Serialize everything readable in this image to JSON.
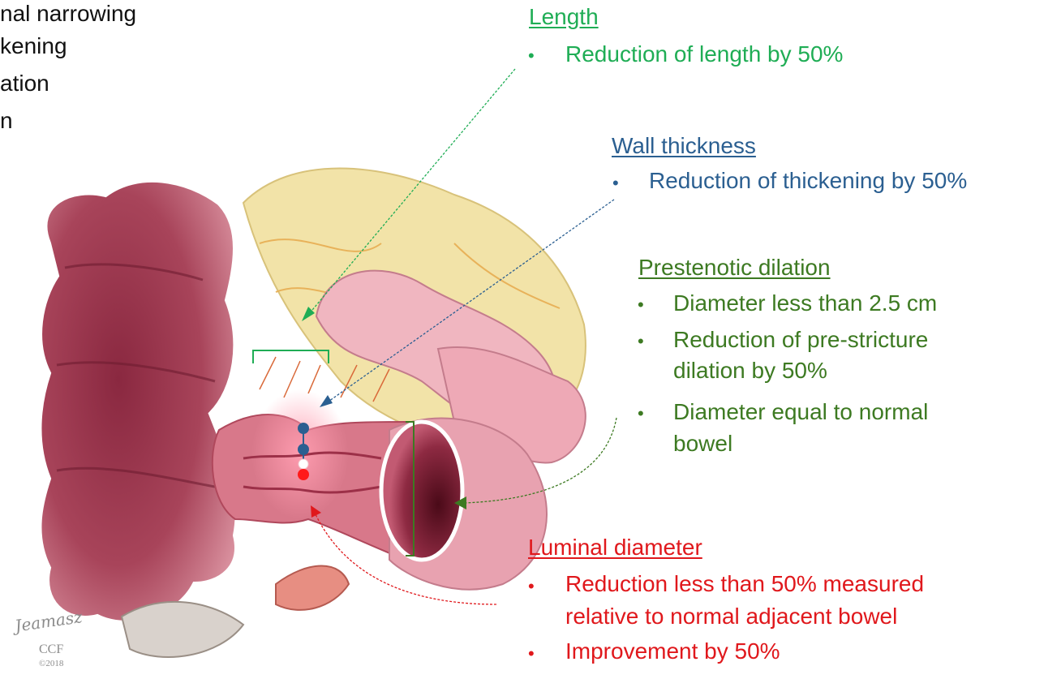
{
  "left_list": {
    "lines": [
      "nal narrowing",
      "kening",
      "ation",
      "n"
    ]
  },
  "length": {
    "title": "Length",
    "bullet": "Reduction of length by 50%",
    "color": "#1fad55"
  },
  "wall": {
    "title": "Wall thickness",
    "bullet": "Reduction of thickening by 50%",
    "color": "#2b5f91"
  },
  "prestenotic": {
    "title": "Prestenotic dilation",
    "items": [
      "Diameter less than 2.5 cm",
      "Reduction of pre-stricture",
      "dilation by 50%",
      "Diameter equal to normal",
      "bowel"
    ],
    "color": "#3d7a22"
  },
  "luminal": {
    "title": "Luminal diameter",
    "items": [
      "Reduction less than 50% measured",
      "relative to normal adjacent bowel",
      "Improvement by 50%"
    ],
    "color": "#e0181c"
  },
  "signature": {
    "name": "Jeamasz",
    "org": "CCF",
    "year": "©2018"
  }
}
